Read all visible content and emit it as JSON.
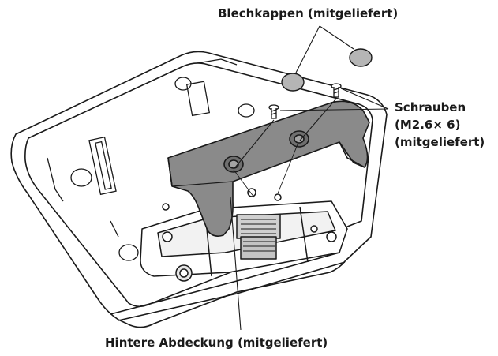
{
  "labels": {
    "caps": "Blechkappen (mitgeliefert)",
    "screws_line1": "Schrauben",
    "screws_line2": "(M2.6× 6)",
    "screws_line3": "(mitgeliefert)",
    "cover": "Hintere Abdeckung (mitgeliefert)"
  },
  "colors": {
    "line": "#1a1a1a",
    "cover_fill": "#8a8a8a",
    "cap_fill": "#b5b5b5",
    "background": "#ffffff"
  }
}
